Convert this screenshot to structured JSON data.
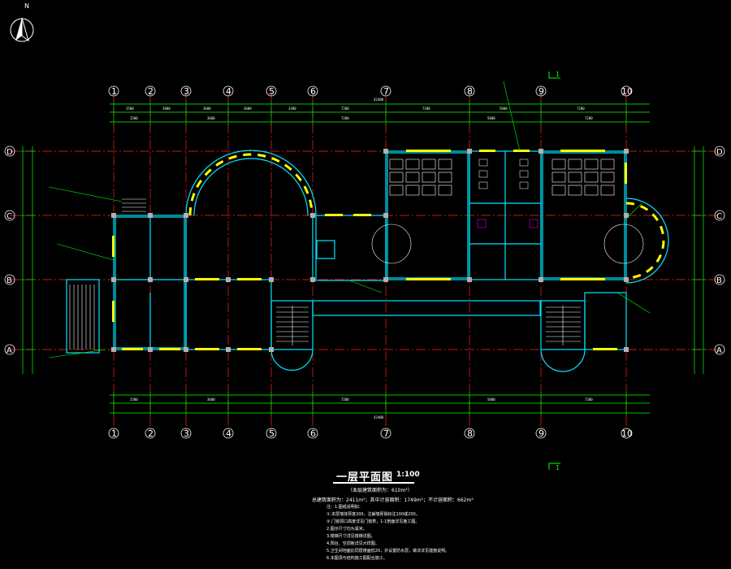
{
  "drawing": {
    "north_label": "N",
    "title": "一层平面图",
    "scale": "1:100",
    "subtitle": "（本层建筑面积为：610m²）",
    "area_summary": "总建筑面积为：2411m²；其中计容面积：1749m²；不计容面积：662m²",
    "notes": [
      "注：1.图纸说明如：",
      "   ①.本层墙体厚度200，注解墙厚除标注100或200。",
      "   ②.门窗洞口高度详见门窗表，1-1剖面详见施工图。",
      "   2.图示尺寸均为毫米。",
      "   3.楼梯尺寸详见楼梯详图。",
      "   4.阳台、空调板详见大样图。",
      "   5.卫生间地面比同层楼面低20，并设置防水层，做法详见建施说明。",
      "   6.本图须与结构施工图配合施工。"
    ],
    "section_markers": [
      "1",
      "1"
    ]
  },
  "axes": {
    "columns": [
      "1",
      "2",
      "3",
      "4",
      "5",
      "6",
      "7",
      "8",
      "9",
      "10"
    ],
    "rows": [
      "D",
      "C",
      "B",
      "A"
    ]
  },
  "colors": {
    "background": "#000000",
    "wall": "#00e5ff",
    "grid": "#ff2020",
    "dimension": "#00ff00",
    "window": "#ffff00",
    "column": "#c0c0c0",
    "text": "#ffffff",
    "stair": "#ffffff",
    "furniture": "#ffffff"
  }
}
